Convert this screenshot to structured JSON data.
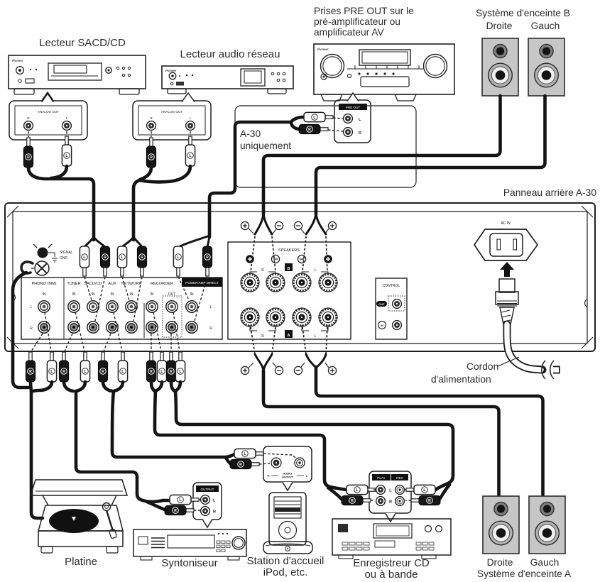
{
  "colors": {
    "line": "#1f1f1f",
    "speaker_body": "#c6c6c6"
  },
  "brand": "Pioneer",
  "labels": {
    "sacd_player": "Lecteur SACD/CD",
    "network_player": "Lecteur audio réseau",
    "preout_line1": "Prises PRE OUT sur le",
    "preout_line2": "pré-amplificateur ou",
    "preout_line3": "amplificateur AV",
    "system_b": "Système d'enceinte B",
    "system_a": "Système d'enceinte A",
    "right": "Droite",
    "left": "Gauch",
    "rear_panel": "Panneau arrière A-30",
    "a30_line1": "A-30",
    "a30_line2": "uniquement",
    "cord_line1": "Cordon",
    "cord_line2": "d'alimentation",
    "turntable": "Platine",
    "tuner": "Syntoniseur",
    "ipod_line1": "Station d'accueil",
    "ipod_line2": "iPod, etc.",
    "recorder_line1": "Enregistreur CD",
    "recorder_line2": "ou à bande"
  },
  "panel": {
    "signal_line1": "SIGNAL",
    "signal_line2": "GND",
    "inputs": [
      "PHONO (MM)",
      "TUNER",
      "SACD/CD",
      "AUX",
      "NETWORK",
      "RECORDER",
      "POWER AMP DIRECT"
    ],
    "in": "IN",
    "out": "OUT",
    "l": "L",
    "r": "R",
    "a": "A",
    "b": "B",
    "speakers": "SPEAKERS",
    "control": "CONTROL",
    "ac_in": "AC IN"
  },
  "callouts": {
    "analog_out": "ANALOG OUT",
    "pre_out": "PRE OUT",
    "output": "OUTPUT",
    "play": "PLAY",
    "rec": "REC",
    "audio": "AUDIO",
    "audio2": "OUTPUT"
  }
}
